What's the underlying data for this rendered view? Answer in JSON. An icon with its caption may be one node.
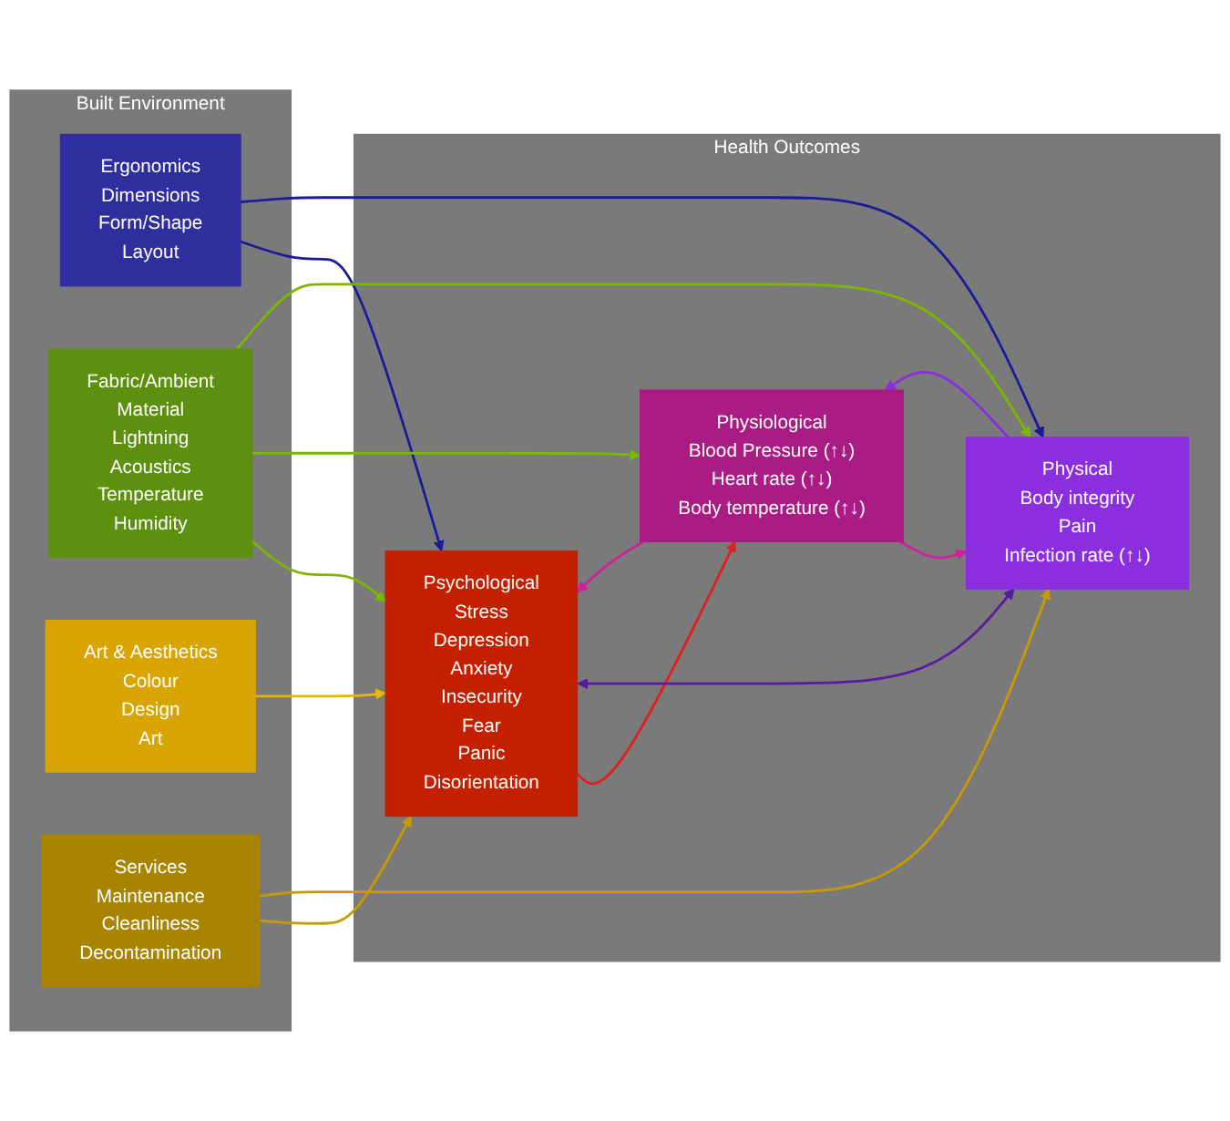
{
  "diagram": {
    "nodes": [
      {
        "text": [
          "Built Environment"
        ]
      },
      {
        "text": [
          "Ergonomics",
          "Dimensions",
          "Form/Shape",
          "Layout"
        ],
        "in": 0
      },
      {
        "text": [
          "Fabric/Ambient",
          "Material",
          "Lightning",
          "Acoustics",
          "Temperature",
          "Humidity"
        ],
        "in": 0
      },
      {
        "text": [
          "Art & Aesthetics",
          "Colour",
          "Design",
          "Art"
        ],
        "in": 0
      },
      {
        "text": [
          "Services",
          "Maintenance",
          "Cleanliness",
          "Decontamination"
        ],
        "in": 0
      },
      {
        "text": [
          "Health Outcomes"
        ]
      },
      {
        "text": [
          "Psychological",
          "Stress",
          "Depression",
          "Anxiety",
          "Insecurity",
          "Fear",
          "Panic",
          "Disorientation"
        ],
        "in": 5
      },
      {
        "text": [
          "Physiological",
          "Blood Pressure (↑↓)",
          "Heart rate (↑↓)",
          "Body temperature (↑↓)"
        ],
        "in": 5
      },
      {
        "text": [
          "Physical",
          "Body integrity",
          "Pain",
          "Infection rate (↑↓)"
        ],
        "in": 5
      }
    ],
    "edges": [
      {
        "from": 1,
        "to": 6,
        "arrow": "to",
        "color": "#1a1a9a"
      },
      {
        "from": 1,
        "to": 8,
        "arrow": "to",
        "color": "#1a1a9a"
      },
      {
        "from": 2,
        "to": 6,
        "arrow": "to",
        "color": "#7ab800"
      },
      {
        "from": 2,
        "to": 7,
        "arrow": "to",
        "color": "#7ab800"
      },
      {
        "from": 2,
        "to": 8,
        "arrow": "to",
        "color": "#7ab800"
      },
      {
        "from": 3,
        "to": 6,
        "arrow": "to",
        "color": "#e8b800"
      },
      {
        "from": 4,
        "to": 6,
        "arrow": "to",
        "color": "#c89a00"
      },
      {
        "from": 4,
        "to": 8,
        "arrow": "to",
        "color": "#c89a00"
      },
      {
        "from": 7,
        "to": 6,
        "arrow": "to",
        "color": "#d020a0"
      },
      {
        "from": 6,
        "to": 7,
        "arrow": "to",
        "color": "#e02020"
      },
      {
        "from": 8,
        "to": 7,
        "arrow": "to",
        "color": "#8a2ee0"
      },
      {
        "from": 7,
        "to": 8,
        "arrow": "to",
        "color": "#d020a0"
      },
      {
        "from": 6,
        "to": 8,
        "arrow": "both",
        "color": "#5a1aa0"
      }
    ]
  }
}
